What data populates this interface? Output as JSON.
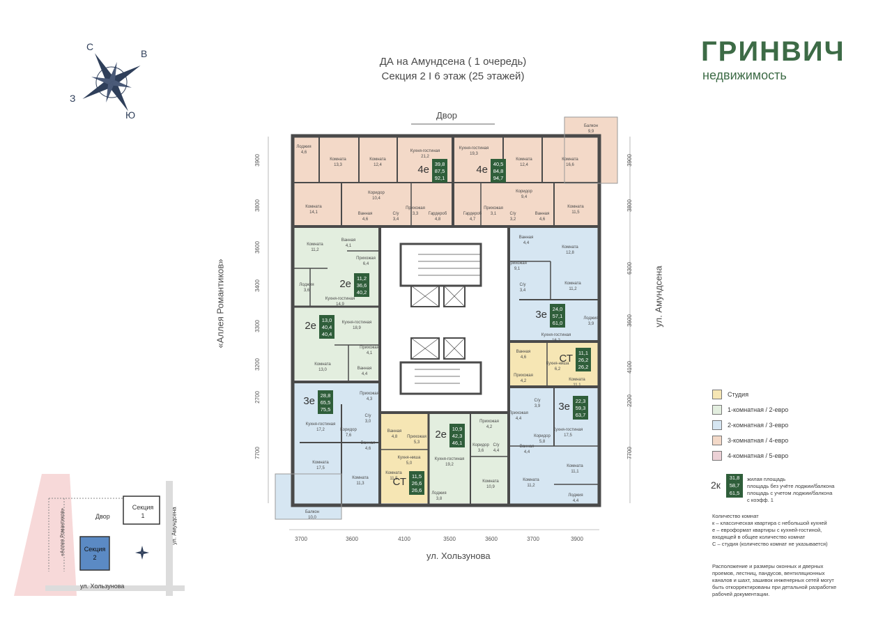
{
  "header": {
    "line1": "ДА на Амундсена ( 1 очередь)",
    "line2": "Секция 2 I 6 этаж (25 этажей)"
  },
  "brand": {
    "name": "ГРИНВИЧ",
    "sub": "недвижимость",
    "color": "#3d6b46"
  },
  "compass": {
    "n": "С",
    "e": "В",
    "s": "Ю",
    "w": "З"
  },
  "streets": {
    "top": "Двор",
    "left": "«Аллея Романтиков»",
    "right": "ул. Амундсена",
    "bottom": "ул. Хользунова"
  },
  "colors": {
    "studio": "#f6e6b4",
    "one_room": "#e3eedf",
    "two_room": "#d6e6f2",
    "three_room": "#f3d9c8",
    "four_room": "#ecd1d6",
    "badge": "#2f5e3a",
    "wall": "#4a4a4a"
  },
  "dims": {
    "bottom": [
      "3700",
      "3600",
      "4100",
      "3500",
      "3600",
      "3700",
      "3900"
    ],
    "left": [
      "3900",
      "3800",
      "3600",
      "3400",
      "3300",
      "3200",
      "2700",
      "7700"
    ],
    "right": [
      "3900",
      "3800",
      "6300",
      "3600",
      "4100",
      "2200",
      "7700"
    ]
  },
  "apartments": [
    {
      "type": "4е",
      "vals": [
        "39,8",
        "87,5",
        "92,1"
      ]
    },
    {
      "type": "4е",
      "vals": [
        "40,5",
        "84,8",
        "94,7"
      ]
    },
    {
      "type": "2е",
      "vals": [
        "11,2",
        "36,6",
        "40,2"
      ]
    },
    {
      "type": "2е",
      "vals": [
        "13,0",
        "40,4",
        "40,4"
      ]
    },
    {
      "type": "3е",
      "vals": [
        "28,8",
        "65,5",
        "75,5"
      ]
    },
    {
      "type": "СТ",
      "vals": [
        "11,5",
        "26,6",
        "26,6"
      ]
    },
    {
      "type": "2е",
      "vals": [
        "10,9",
        "42,3",
        "46,1"
      ]
    },
    {
      "type": "3е",
      "vals": [
        "24,0",
        "57,1",
        "61,0"
      ]
    },
    {
      "type": "СТ",
      "vals": [
        "11,1",
        "26,2",
        "26,2"
      ]
    },
    {
      "type": "3е",
      "vals": [
        "22,3",
        "59,3",
        "63,7"
      ]
    }
  ],
  "rooms": [
    {
      "n": "Балкон",
      "a": "9,9"
    },
    {
      "n": "Лоджия",
      "a": "4,6"
    },
    {
      "n": "Комната",
      "a": "13,3"
    },
    {
      "n": "Комната",
      "a": "12,4"
    },
    {
      "n": "Кухня-гостиная",
      "a": "21,2"
    },
    {
      "n": "Кухня-гостиная",
      "a": "19,3"
    },
    {
      "n": "Комната",
      "a": "12,4"
    },
    {
      "n": "Комната",
      "a": "16,6"
    },
    {
      "n": "Комната",
      "a": "14,1"
    },
    {
      "n": "Коридор",
      "a": "10,4"
    },
    {
      "n": "Ванная",
      "a": "4,6"
    },
    {
      "n": "С/у",
      "a": "3,4"
    },
    {
      "n": "Прихожая",
      "a": "3,3"
    },
    {
      "n": "Гардероб",
      "a": "4,8"
    },
    {
      "n": "Гардероб",
      "a": "4,7"
    },
    {
      "n": "Прихожая",
      "a": "3,1"
    },
    {
      "n": "С/у",
      "a": "3,2"
    },
    {
      "n": "Коридор",
      "a": "9,4"
    },
    {
      "n": "Ванная",
      "a": "4,6"
    },
    {
      "n": "Комната",
      "a": "11,5"
    },
    {
      "n": "Комната",
      "a": "11,2"
    },
    {
      "n": "Ванная",
      "a": "4,1"
    },
    {
      "n": "Прихожая",
      "a": "6,4"
    },
    {
      "n": "Лоджия",
      "a": "3,6"
    },
    {
      "n": "Кухня-гостиная",
      "a": "14,9"
    },
    {
      "n": "Кухня-гостиная",
      "a": "18,9"
    },
    {
      "n": "Прихожая",
      "a": "4,1"
    },
    {
      "n": "Комната",
      "a": "13,0"
    },
    {
      "n": "Ванная",
      "a": "4,4"
    },
    {
      "n": "Прихожая",
      "a": "4,3"
    },
    {
      "n": "С/у",
      "a": "3,0"
    },
    {
      "n": "Кухня-гостиная",
      "a": "17,2"
    },
    {
      "n": "Коридор",
      "a": "7,6"
    },
    {
      "n": "Ванная",
      "a": "4,6"
    },
    {
      "n": "Комната",
      "a": "17,5"
    },
    {
      "n": "Комната",
      "a": "11,3"
    },
    {
      "n": "Балкон",
      "a": "10,0"
    },
    {
      "n": "Ванная",
      "a": "4,8"
    },
    {
      "n": "Прихожая",
      "a": "5,3"
    },
    {
      "n": "Кухня-ниша",
      "a": "5,0"
    },
    {
      "n": "Комната",
      "a": "11,5"
    },
    {
      "n": "Кухня-гостиная",
      "a": "19,2"
    },
    {
      "n": "Лоджия",
      "a": "3,8"
    },
    {
      "n": "Прихожая",
      "a": "4,2"
    },
    {
      "n": "Коридор",
      "a": "3,6"
    },
    {
      "n": "С/у",
      "a": "4,4"
    },
    {
      "n": "Комната",
      "a": "10,9"
    },
    {
      "n": "Ванная",
      "a": "4,4"
    },
    {
      "n": "Комната",
      "a": "12,8"
    },
    {
      "n": "Прихожая",
      "a": "9,1"
    },
    {
      "n": "С/у",
      "a": "3,4"
    },
    {
      "n": "Комната",
      "a": "11,2"
    },
    {
      "n": "Кухня-гостиная",
      "a": "16,2"
    },
    {
      "n": "Лоджия",
      "a": "3,9"
    },
    {
      "n": "Ванная",
      "a": "4,6"
    },
    {
      "n": "Кухня-ниша",
      "a": "6,2"
    },
    {
      "n": "Прихожая",
      "a": "4,2"
    },
    {
      "n": "Комната",
      "a": "11,1"
    },
    {
      "n": "С/у",
      "a": "3,9"
    },
    {
      "n": "Прихожая",
      "a": "4,4"
    },
    {
      "n": "Коридор",
      "a": "5,8"
    },
    {
      "n": "Кухня-гостиная",
      "a": "17,5"
    },
    {
      "n": "Ванная",
      "a": "4,4"
    },
    {
      "n": "Комната",
      "a": "11,1"
    },
    {
      "n": "Комната",
      "a": "11,2"
    },
    {
      "n": "Лоджия",
      "a": "4,4"
    }
  ],
  "legend": {
    "items": [
      "Студия",
      "1-комнатная / 2-евро",
      "2-комнатная / 3-евро",
      "3-комнатная / 4-евро",
      "4-комнатная / 5-евро"
    ],
    "sample_type": "2к",
    "sample_vals": [
      "31,8",
      "58,7",
      "61,5"
    ],
    "sample_desc": [
      "жилая площадь",
      "площадь без учёте лоджии/балкона",
      "площадь с учетом лоджии/балкона",
      "с коэфф. 1"
    ],
    "rooms_title": "Количество комнат",
    "rooms_k": "к – классическая квартира с небольшой кухней",
    "rooms_e1": "е – евроформат квартиры с кухней-гостиной,",
    "rooms_e2": "входящей в общее количество комнат",
    "rooms_c": "С – студия (количество комнат не указывается)",
    "disclaimer": [
      "Расположение и размеры оконных и дверных",
      "проемов, лестниц, пандусов, вентиляционных",
      "каналов и шахт, зашивок инженерных сетей могут",
      "быть откорректированы при детальной разработке",
      "рабочей документации."
    ]
  },
  "minimap": {
    "yard": "Двор",
    "sec1": "Секция",
    "sec1n": "1",
    "sec2": "Секция",
    "sec2n": "2",
    "street_left": "«Аллея Романтиков»",
    "street_right": "ул. Амундсена",
    "street_bottom": "ул. Хользунова"
  }
}
